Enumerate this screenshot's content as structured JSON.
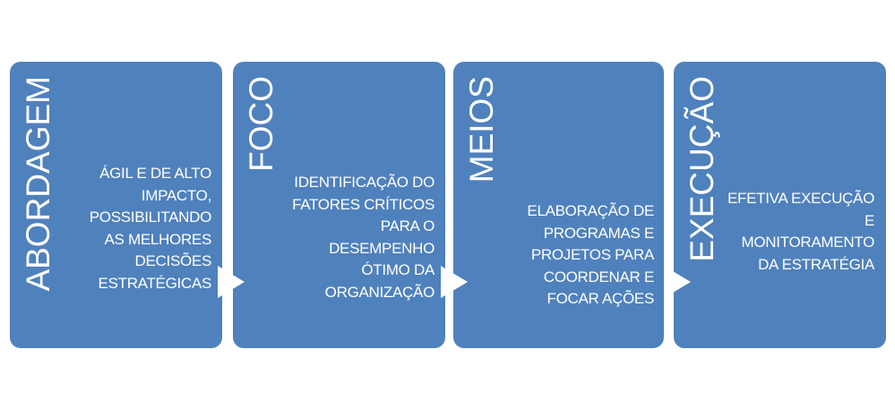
{
  "colors": {
    "box": "#4f81bd",
    "text": "#ffffff"
  },
  "steps": [
    {
      "title": "ABORDAGEM",
      "lines": [
        "ÁGIL E DE ALTO",
        "IMPACTO,",
        "POSSIBILITANDO",
        "AS MELHORES",
        "DECISÕES",
        "ESTRATÉGICAS"
      ]
    },
    {
      "title": "FOCO",
      "lines": [
        "IDENTIFICAÇÃO DO",
        "FATORES CRÍTICOS",
        "PARA O",
        "DESEMPENHO",
        "ÓTIMO DA",
        "ORGANIZAÇÃO"
      ]
    },
    {
      "title": "MEIOS",
      "lines": [
        "ELABORAÇÃO DE",
        "PROGRAMAS E",
        "PROJETOS PARA",
        "COORDENAR E",
        "FOCAR AÇÕES"
      ]
    },
    {
      "title": "EXECUÇÃO",
      "lines": [
        "EFETIVA EXECUÇÃO",
        "E",
        "MONITORAMENTO",
        "DA ESTRATÉGIA"
      ]
    }
  ]
}
